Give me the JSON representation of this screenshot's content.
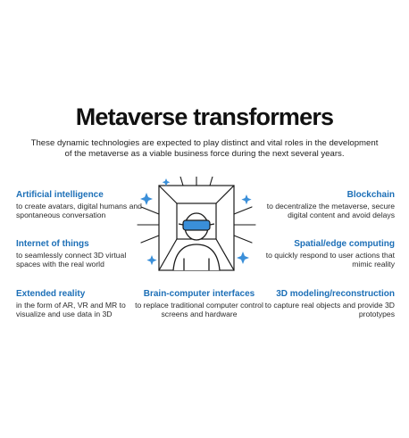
{
  "title": "Metaverse transformers",
  "subtitle": "These dynamic technologies are expected to play distinct and vital roles in the development of the metaverse as a viable business force during the next several years.",
  "colors": {
    "heading": "#1c6fb7",
    "accent": "#3a8fd9",
    "line": "#1a1a1a"
  },
  "items": [
    {
      "heading": "Artificial intelligence",
      "desc": "to create avatars, digital humans and spontaneous conversation"
    },
    {
      "heading": "Internet of things",
      "desc": "to seamlessly connect 3D virtual spaces with the real world"
    },
    {
      "heading": "Extended reality",
      "desc": "in the form of AR, VR and MR to visualize and use data in 3D"
    },
    {
      "heading": "Brain-computer interfaces",
      "desc": "to replace traditional computer control screens and hardware"
    },
    {
      "heading": "Blockchain",
      "desc": "to decentralize the metaverse, secure digital content and avoid delays"
    },
    {
      "heading": "Spatial/edge computing",
      "desc": "to quickly respond to user actions that mimic reality"
    },
    {
      "heading": "3D modeling/reconstruction",
      "desc": "to capture real objects and provide 3D prototypes"
    }
  ],
  "illustration": {
    "subject": "person-wearing-vr-headset-icon",
    "decorations": "sparkle-icons"
  }
}
